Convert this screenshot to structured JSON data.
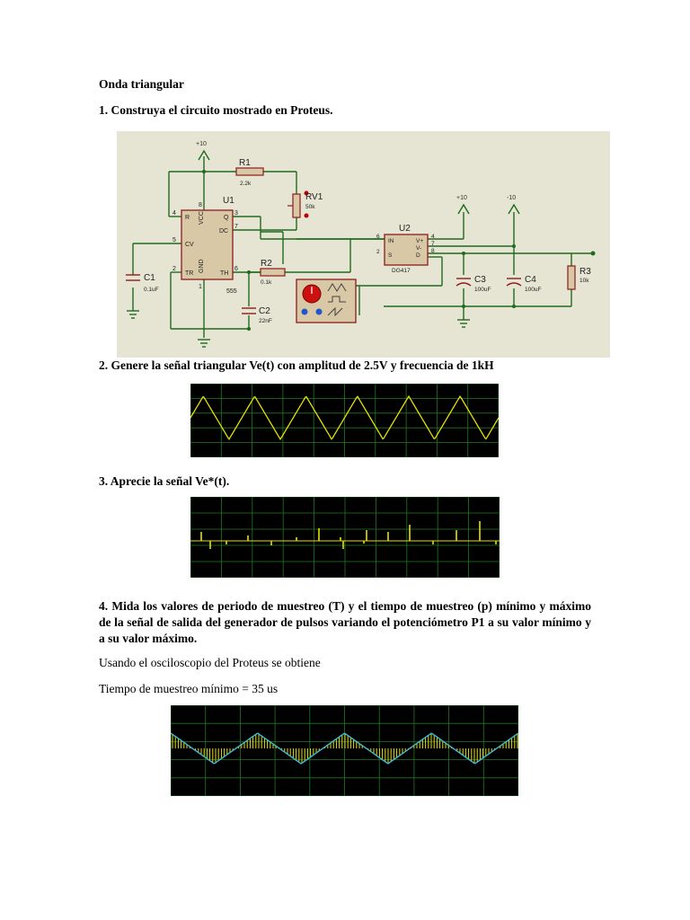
{
  "heading": "Onda triangular",
  "steps": [
    "1. Construya el circuito mostrado en Proteus.",
    "2. Genere la señal triangular Ve(t) con amplitud de 2.5V y frecuencia de 1kH",
    "3. Aprecie la señal Ve*(t).",
    "4. Mida los valores de periodo de muestreo (T) y el tiempo de muestreo (p) mínimo y máximo de la señal de salida del generador de pulsos variando el potenciómetro P1 a su valor mínimo y a su valor máximo."
  ],
  "body_lines": [
    "Usando el osciloscopio del Proteus se obtiene",
    "Tiempo de muestreo mínimo = 35 us"
  ],
  "schematic": {
    "background": "#e6e4d2",
    "wire_color": "#1e6b1e",
    "part_color": "#8b1c1c",
    "rail_pos": "+10",
    "rail_neg": "-10",
    "u1": {
      "ref": "U1",
      "part": "555",
      "pins": [
        "R",
        "Q",
        "DC",
        "CV",
        "TR",
        "TH",
        "VCC",
        "GND"
      ],
      "pin_numbers": [
        "4",
        "3",
        "7",
        "5",
        "2",
        "6",
        "8",
        "1"
      ]
    },
    "u2": {
      "ref": "U2",
      "part": "DG417",
      "pins": [
        "IN",
        "S",
        "V+",
        "V-",
        "D"
      ],
      "pin_numbers": [
        "6",
        "2",
        "4",
        "7",
        "8"
      ]
    },
    "components": [
      {
        "ref": "R1",
        "value": "2.2k"
      },
      {
        "ref": "RV1",
        "value": "50k"
      },
      {
        "ref": "R2",
        "value": "0.1k"
      },
      {
        "ref": "C1",
        "value": "0.1uF"
      },
      {
        "ref": "C2",
        "value": "22nF"
      },
      {
        "ref": "C3",
        "value": "100uF"
      },
      {
        "ref": "C4",
        "value": "100uF"
      },
      {
        "ref": "R3",
        "value": "10k"
      }
    ]
  },
  "scopes": {
    "background": "#000000",
    "grid_color": "#1f7a1f",
    "trace_yellow": "#e8e000",
    "trace_cyan": "#3fb8d8",
    "scope1": {
      "signal": "triangle",
      "cycles": 6
    },
    "scope2": {
      "signal": "sampled-pulses"
    },
    "scope3": {
      "signal": "sampled-triangle",
      "cycles": 4
    }
  }
}
